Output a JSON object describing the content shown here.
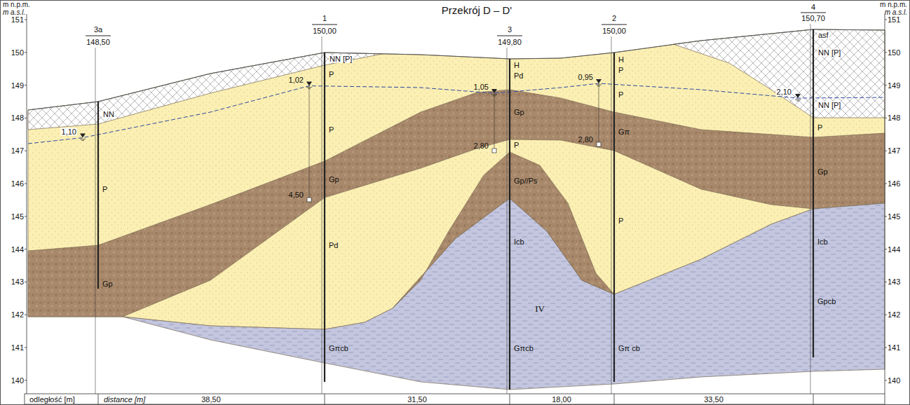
{
  "diagram": {
    "title": "Przekrój D – D'",
    "labels": [
      "m n.p.m.",
      "m a.s.l.",
      "m n.p.m.",
      "m a.s.l.",
      "151",
      "150",
      "149",
      "148",
      "147",
      "146",
      "145",
      "144",
      "143",
      "142",
      "141",
      "140",
      "151",
      "150",
      "149",
      "148",
      "147",
      "146",
      "145",
      "144",
      "143",
      "142",
      "141",
      "140",
      "3a",
      "148,50",
      "1",
      "150,00",
      "3",
      "149,80",
      "2",
      "150,00",
      "4",
      "150,70",
      "1,10",
      "1,02",
      "4,50",
      "1,05",
      "2,80",
      "0,95",
      "2,80",
      "2,10",
      "NN",
      "P",
      "Gp",
      "NN [P]",
      "P",
      "P",
      "Gp",
      "Pd",
      "Gπcb",
      "H",
      "Pd",
      "Gp",
      "P",
      "Gp//Ps",
      "Icb",
      "IV",
      "Gπcb",
      "H",
      "P",
      "P",
      "Gπ",
      "P",
      "Gπ cb",
      "asf",
      "NN [P]",
      "NN [P]",
      "P",
      "Gp",
      "Icb",
      "Gpcb",
      "odległość [m]",
      "distance [m]",
      "38,50",
      "31,50",
      "18,00",
      "33,50"
    ]
  }
}
